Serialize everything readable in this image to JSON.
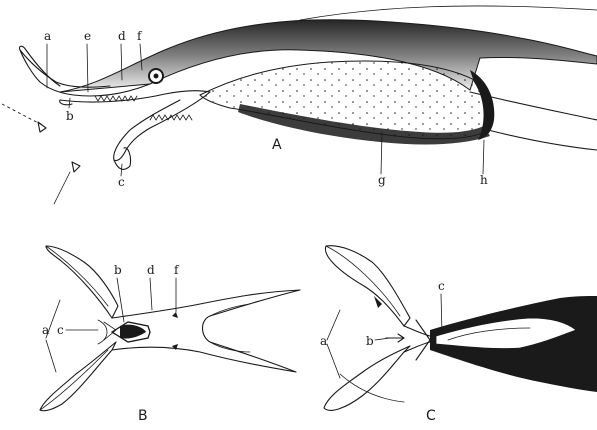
{
  "figure": {
    "panels": [
      {
        "id": "A",
        "label": "A"
      },
      {
        "id": "B",
        "label": "B"
      },
      {
        "id": "C",
        "label": "C"
      }
    ],
    "labels": {
      "A": [
        "a",
        "b",
        "c",
        "d",
        "e",
        "f",
        "g",
        "h"
      ],
      "B": [
        "a",
        "b",
        "c",
        "d",
        "f"
      ],
      "C": [
        "a",
        "b",
        "c"
      ]
    },
    "colors": {
      "ink": "#1a1a1a",
      "paper": "#ffffff",
      "shade": "#2a2a2a"
    }
  }
}
